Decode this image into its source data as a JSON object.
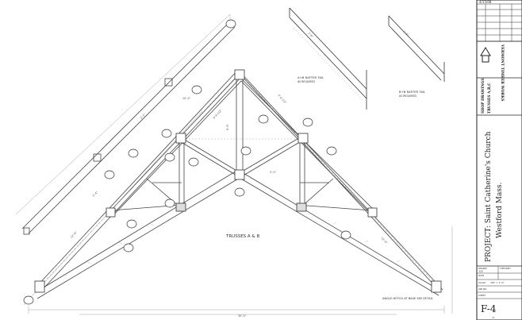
{
  "title_block": {
    "date": "4/15/08",
    "logo_text": "VERMONT TIMBER WORKS",
    "drawing_type": "SHOP DRAWINGS",
    "drawing_subject": "TRUSSES A,B,C",
    "project_line1": "PROJECT: Saint Catherine's Church",
    "project_line2": "Westford  Mass.",
    "drawn_label": "DRAWN",
    "drawn_value": "S.F.",
    "checked_label": "CHECKED",
    "date_label": "DATE",
    "scale_label": "SCALE",
    "scale_value": "3/8\" = 1'-0\"",
    "job_label": "JOB NO.",
    "sheet_label": "SHEET",
    "sheet_number": "F-4",
    "sheet_of": "of"
  },
  "drawing": {
    "truss_caption": "TRUSSES A & B",
    "detail_left_label": "A+B RAFTER TAIL",
    "detail_left_sub": "AS REQUIRED",
    "detail_right_label": "B+B RAFTER TAIL",
    "detail_right_sub": "AS REQUIRED",
    "bottom_note": "ANGLE NOTCH AT BASE SEE DETAIL"
  }
}
